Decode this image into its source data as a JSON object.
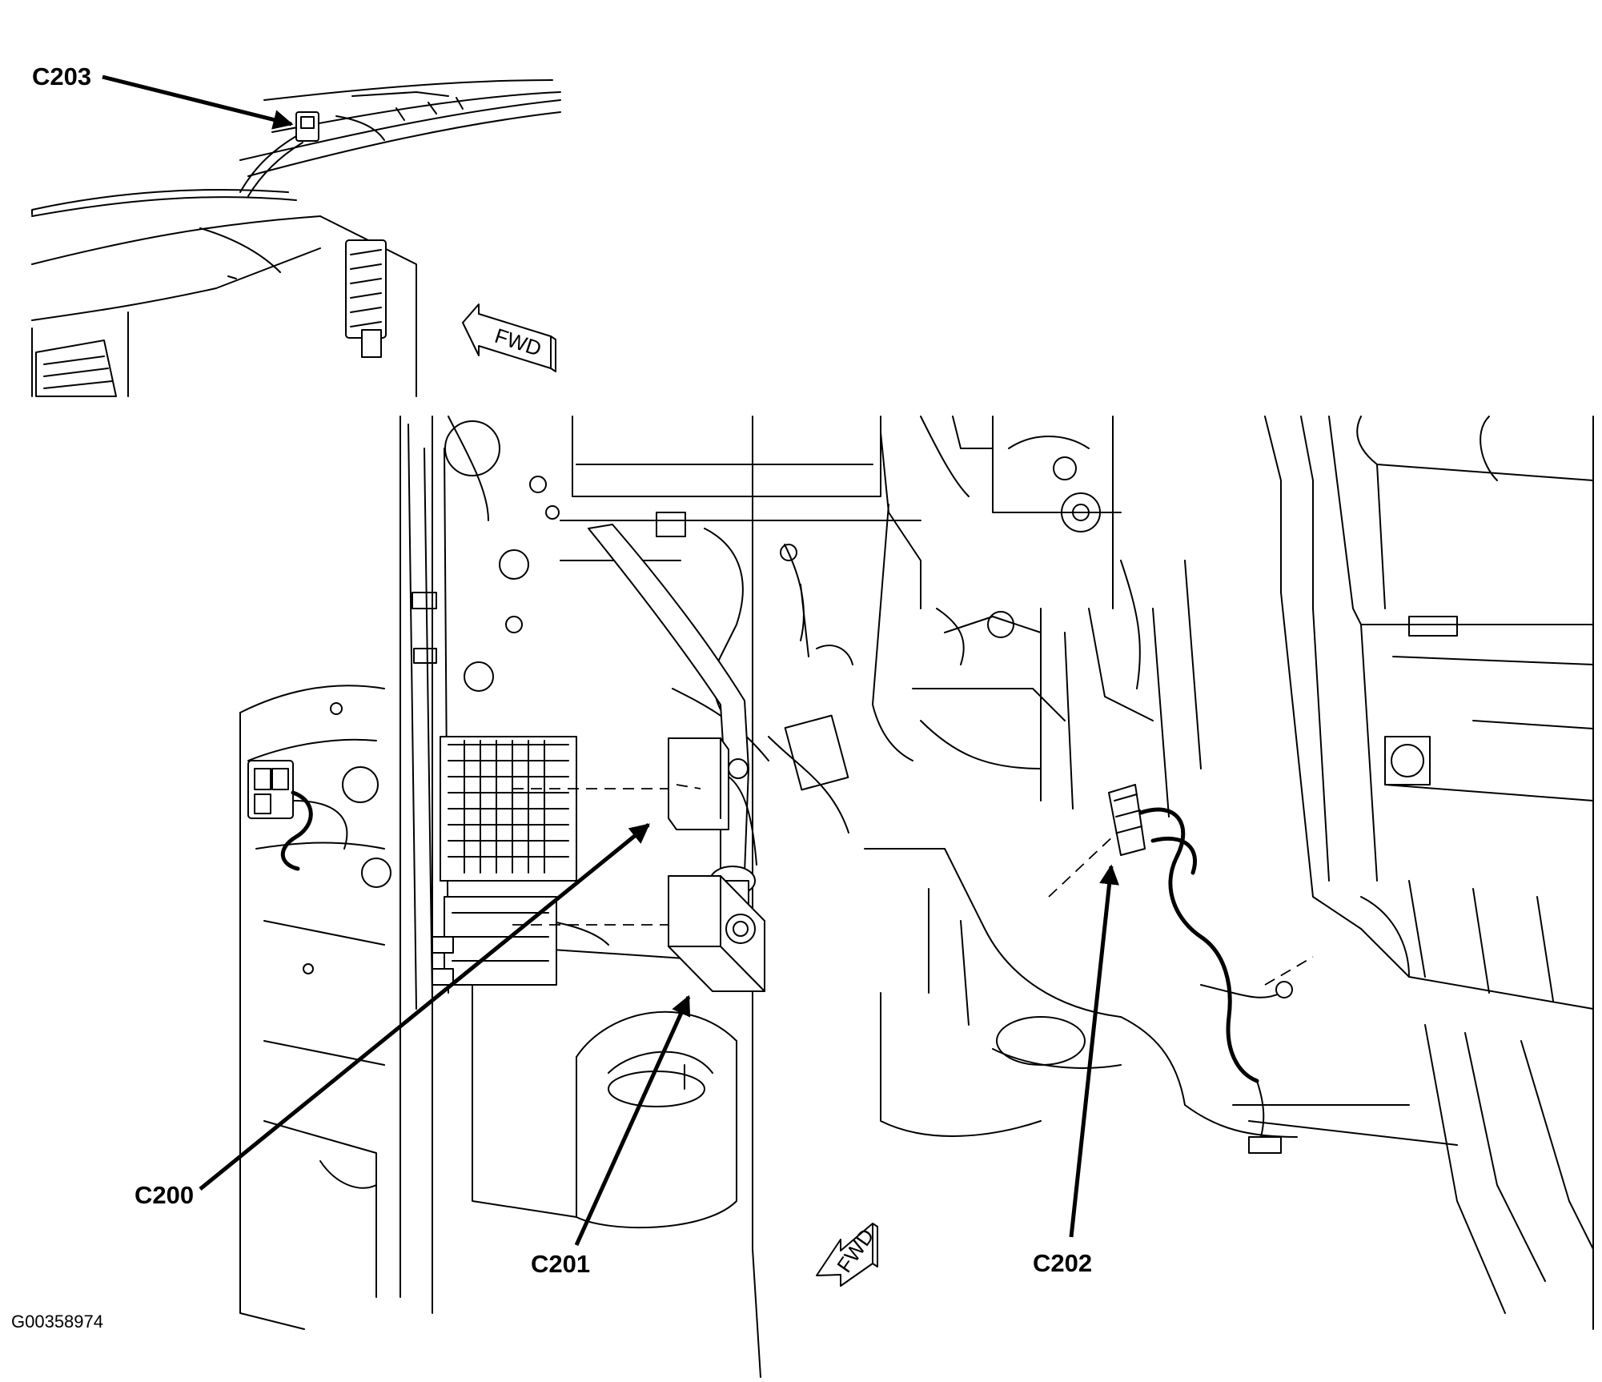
{
  "callouts": {
    "c203": "C203",
    "c200": "C200",
    "c201": "C201",
    "c202": "C202"
  },
  "fwd_labels": {
    "top": "FWD",
    "bottom": "FWD"
  },
  "figure_id": "G00358974"
}
